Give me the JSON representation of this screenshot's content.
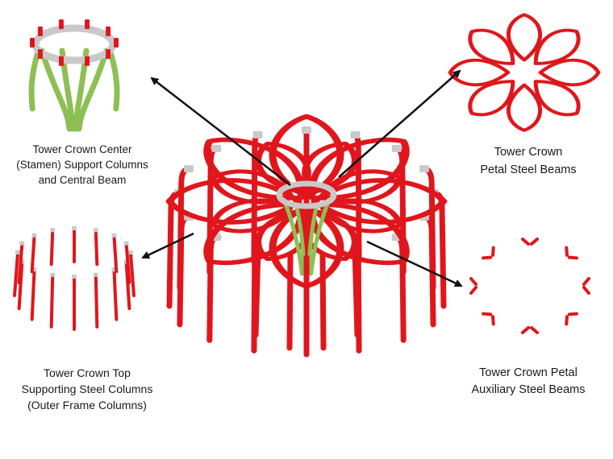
{
  "colors": {
    "steel_red": "#e0161c",
    "column_green": "#8dbf55",
    "joint_grey": "#c9c9c9",
    "arrow": "#111111"
  },
  "labels": {
    "center": [
      "Tower Crown Center",
      "(Stamen) Support Columns",
      "and Central Beam"
    ],
    "petal": [
      "Tower Crown",
      "Petal Steel Beams"
    ],
    "outer": [
      "Tower Crown Top",
      "Supporting Steel Columns",
      "(Outer Frame Columns)"
    ],
    "aux": [
      "Tower Crown Petal",
      "Auxiliary Steel Beams"
    ]
  }
}
